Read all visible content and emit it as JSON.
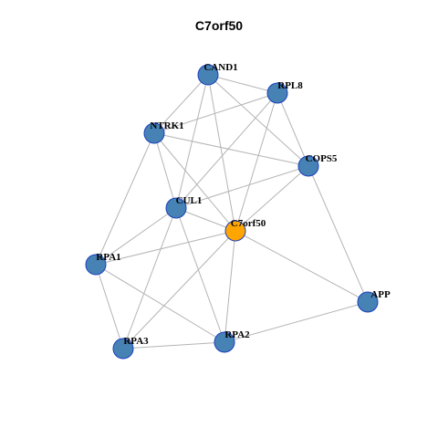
{
  "title": "C7orf50",
  "colors": {
    "default_node": "#4682b4",
    "focus_node": "#ffa500",
    "node_border": "#1c3fbf",
    "edge": "#b4b4b4"
  },
  "nodes": [
    {
      "id": "CAND1",
      "label": "CAND1",
      "focus": false
    },
    {
      "id": "RPL8",
      "label": "RPL8",
      "focus": false
    },
    {
      "id": "NTRK1",
      "label": "NTRK1",
      "focus": false
    },
    {
      "id": "COPS5",
      "label": "COPS5",
      "focus": false
    },
    {
      "id": "CUL1",
      "label": "CUL1",
      "focus": false
    },
    {
      "id": "C7orf50",
      "label": "C7orf50",
      "focus": true
    },
    {
      "id": "RPA1",
      "label": "RPA1",
      "focus": false
    },
    {
      "id": "APP",
      "label": "APP",
      "focus": false
    },
    {
      "id": "RPA2",
      "label": "RPA2",
      "focus": false
    },
    {
      "id": "RPA3",
      "label": "RPA3",
      "focus": false
    }
  ],
  "edges": [
    [
      "CAND1",
      "RPL8"
    ],
    [
      "CAND1",
      "NTRK1"
    ],
    [
      "CAND1",
      "COPS5"
    ],
    [
      "CAND1",
      "CUL1"
    ],
    [
      "CAND1",
      "C7orf50"
    ],
    [
      "RPL8",
      "NTRK1"
    ],
    [
      "RPL8",
      "COPS5"
    ],
    [
      "RPL8",
      "CUL1"
    ],
    [
      "RPL8",
      "C7orf50"
    ],
    [
      "NTRK1",
      "COPS5"
    ],
    [
      "NTRK1",
      "CUL1"
    ],
    [
      "NTRK1",
      "C7orf50"
    ],
    [
      "NTRK1",
      "RPA1"
    ],
    [
      "COPS5",
      "CUL1"
    ],
    [
      "COPS5",
      "C7orf50"
    ],
    [
      "COPS5",
      "APP"
    ],
    [
      "CUL1",
      "C7orf50"
    ],
    [
      "CUL1",
      "RPA1"
    ],
    [
      "CUL1",
      "RPA2"
    ],
    [
      "CUL1",
      "RPA3"
    ],
    [
      "C7orf50",
      "RPA1"
    ],
    [
      "C7orf50",
      "RPA2"
    ],
    [
      "C7orf50",
      "RPA3"
    ],
    [
      "C7orf50",
      "APP"
    ],
    [
      "RPA1",
      "RPA2"
    ],
    [
      "RPA1",
      "RPA3"
    ],
    [
      "RPA2",
      "RPA3"
    ],
    [
      "RPA2",
      "APP"
    ]
  ]
}
